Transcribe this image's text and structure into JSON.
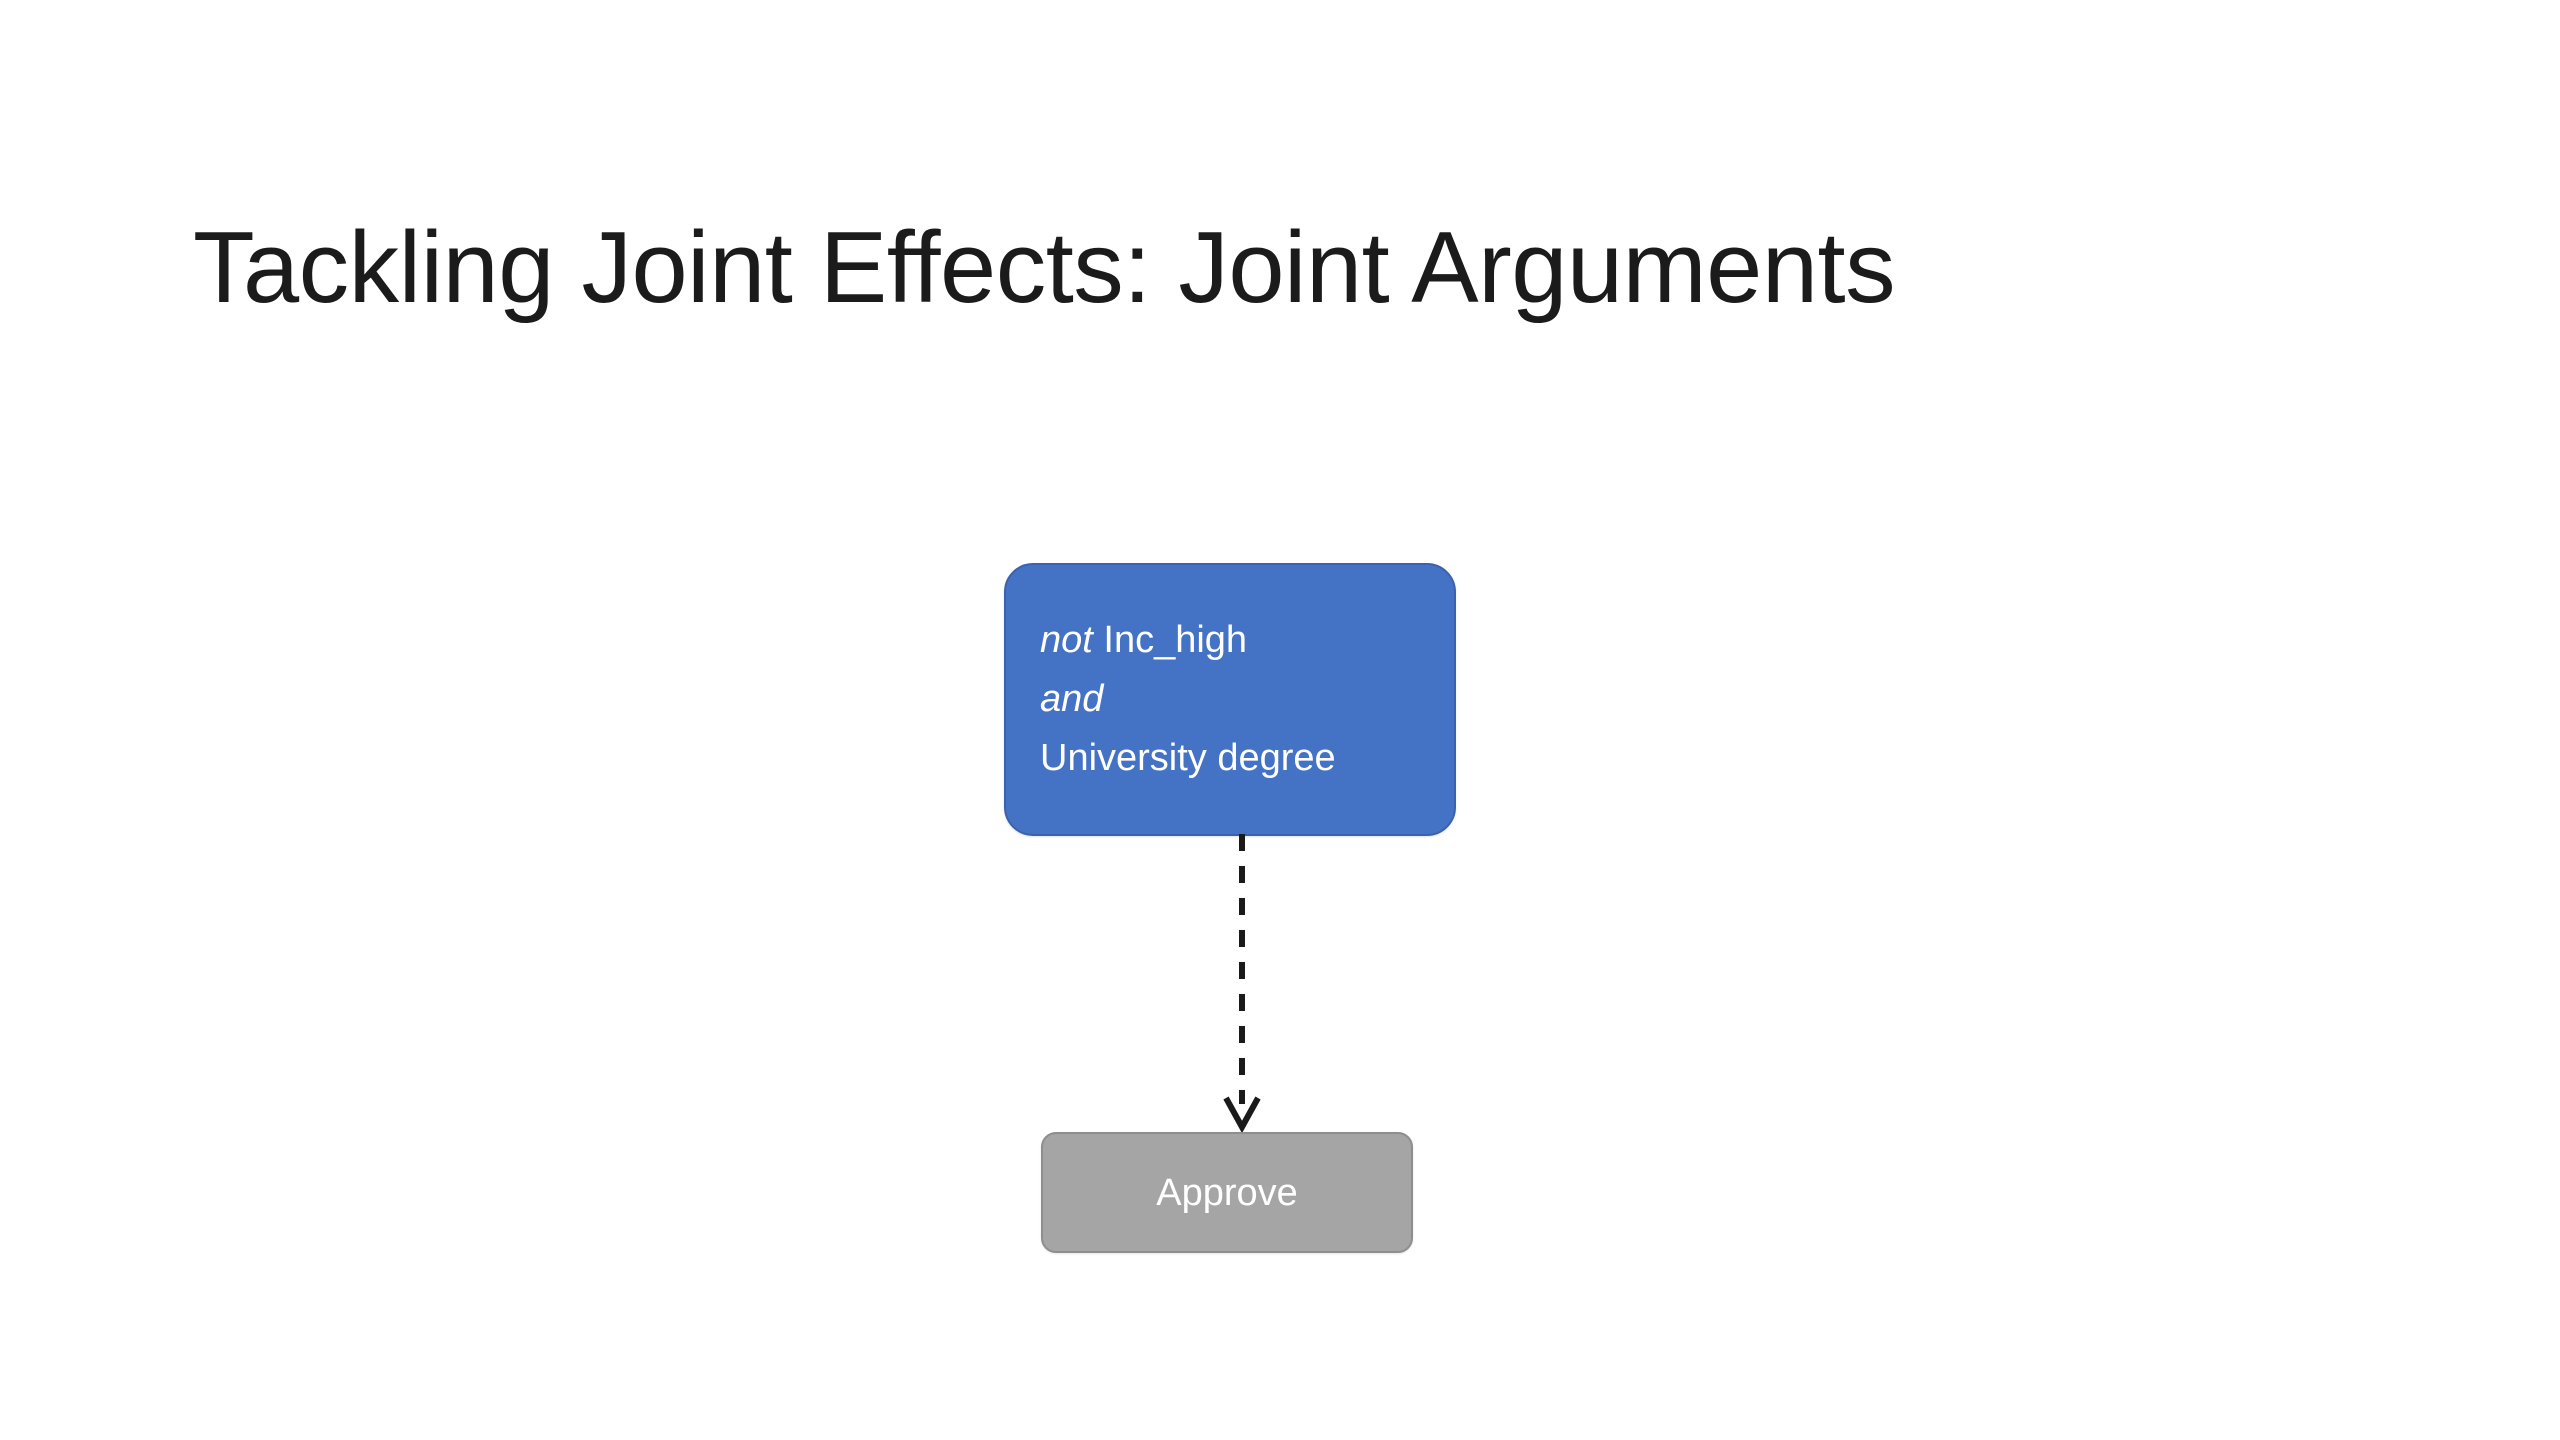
{
  "slide": {
    "title": "Tackling Joint Effects: Joint Arguments",
    "background_color": "#ffffff",
    "title_color": "#1b1b1b"
  },
  "diagram": {
    "type": "flow",
    "condition_node": {
      "id": "joint-argument",
      "fill_color": "#4472C4",
      "border_color": "#3B62AE",
      "text_color": "#FFFFFF",
      "shape": "rounded-rectangle",
      "lines": [
        {
          "operator": "not",
          "operand": "Inc_high"
        },
        {
          "operator": "and",
          "operand": ""
        },
        {
          "operator": "",
          "operand": "University degree"
        }
      ],
      "line1_operator": "not",
      "line1_operand": "Inc_high",
      "line2_operator": "and",
      "line3_operand": "University degree"
    },
    "connector": {
      "style": "dashed",
      "color": "#1a1a1a",
      "arrowhead": "open-v",
      "direction": "down"
    },
    "action_node": {
      "id": "approve",
      "label": "Approve",
      "fill_color": "#A5A5A5",
      "border_color": "#8E8E8E",
      "text_color": "#FFFFFF",
      "shape": "rounded-rectangle"
    }
  }
}
